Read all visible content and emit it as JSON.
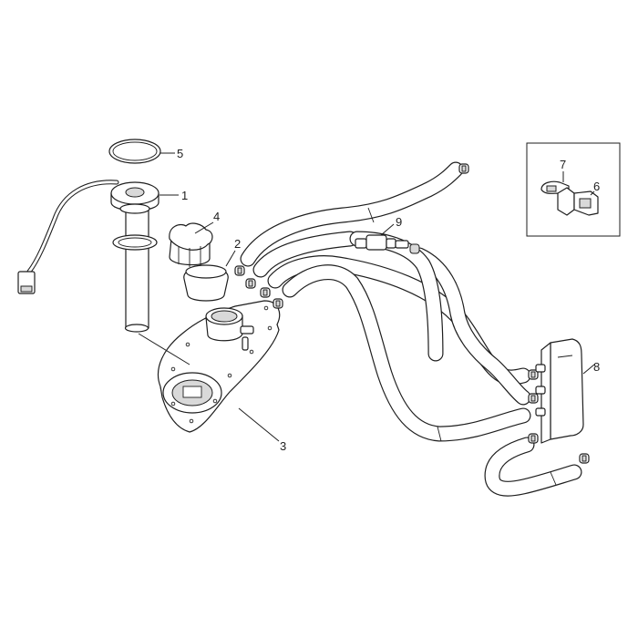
{
  "callouts": {
    "c1": "1",
    "c2": "2",
    "c3": "3",
    "c4": "4",
    "c5": "5",
    "c6": "6",
    "c7": "7",
    "c8": "8",
    "c9": "9"
  },
  "line_color": "#1e1e1e",
  "background": "#ffffff"
}
